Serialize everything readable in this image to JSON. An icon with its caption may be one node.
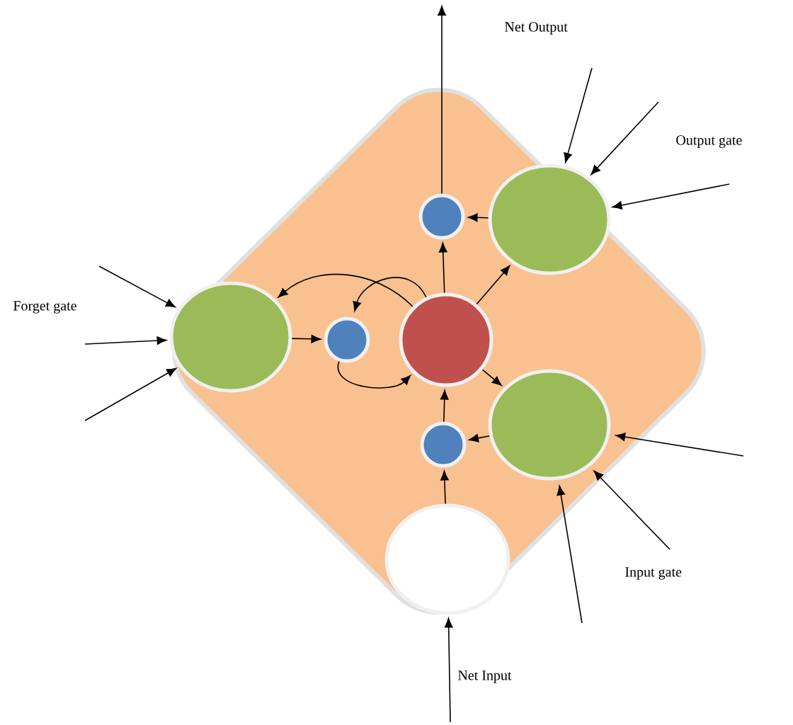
{
  "diagram": {
    "nodes": [
      {
        "text": [],
        "shape": "diamond"
      },
      {
        "text": [],
        "shape": "circle",
        "in": 0
      },
      {
        "text": [],
        "shape": "circle",
        "in": 0
      },
      {
        "text": [],
        "shape": "circle",
        "in": 0
      },
      {
        "text": [],
        "shape": "circle",
        "in": 0
      },
      {
        "text": [],
        "shape": "circle",
        "in": 0
      },
      {
        "text": [],
        "shape": "circle",
        "in": 0
      },
      {
        "text": [],
        "shape": "circle",
        "in": 0
      },
      {
        "text": [],
        "shape": "circle",
        "in": 0
      }
    ],
    "edges": [
      {
        "from": 2,
        "to": null,
        "arrow": "to"
      },
      {
        "from": 1,
        "to": 2,
        "arrow": "to"
      },
      {
        "from": 5,
        "to": 2,
        "arrow": "to"
      },
      {
        "from": 5,
        "to": 1,
        "arrow": "to"
      },
      {
        "from": 5,
        "to": 3,
        "arrow": "to"
      },
      {
        "from": 5,
        "to": 4,
        "arrow": "to"
      },
      {
        "from": 3,
        "to": 4,
        "arrow": "to"
      },
      {
        "from": 4,
        "to": 5,
        "arrow": "to"
      },
      {
        "from": 5,
        "to": 6,
        "arrow": "to"
      },
      {
        "from": 6,
        "to": 7,
        "arrow": "to"
      },
      {
        "from": 8,
        "to": 7,
        "arrow": "to"
      },
      {
        "from": 7,
        "to": 5,
        "arrow": "to"
      },
      {
        "from": null,
        "to": 8,
        "arrow": "to"
      },
      {
        "from": null,
        "to": 1,
        "arrow": "to"
      },
      {
        "from": null,
        "to": 1,
        "arrow": "to"
      },
      {
        "from": null,
        "to": 1,
        "arrow": "to"
      },
      {
        "from": null,
        "to": 3,
        "arrow": "to"
      },
      {
        "from": null,
        "to": 3,
        "arrow": "to"
      },
      {
        "from": null,
        "to": 3,
        "arrow": "to"
      },
      {
        "from": null,
        "to": 6,
        "arrow": "to"
      },
      {
        "from": null,
        "to": 6,
        "arrow": "to"
      },
      {
        "from": null,
        "to": 6,
        "arrow": "to"
      }
    ],
    "labels": [
      "Net Output",
      "Output gate",
      "Forget gate",
      "Input gate",
      "Net Input"
    ]
  }
}
